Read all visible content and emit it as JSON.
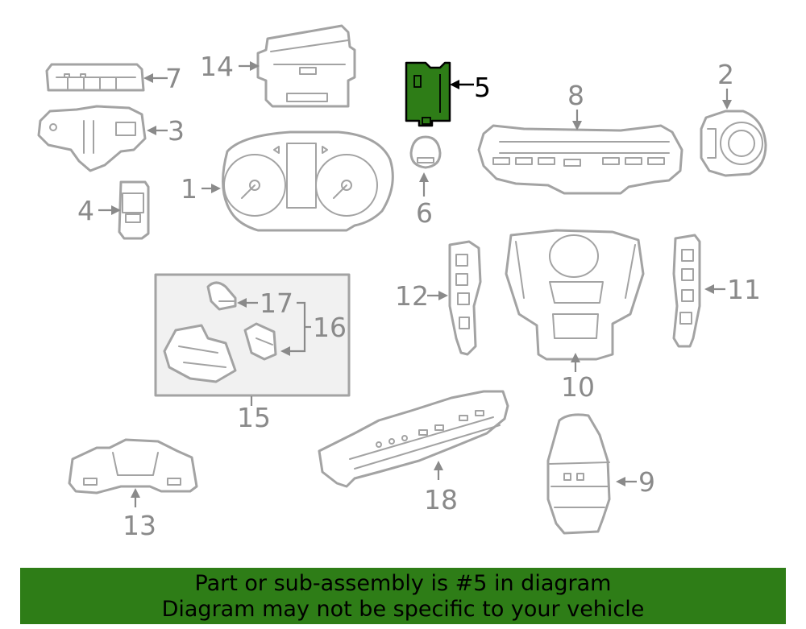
{
  "diagram": {
    "callouts": {
      "c1": "1",
      "c2": "2",
      "c3": "3",
      "c4": "4",
      "c5": "5",
      "c6": "6",
      "c7": "7",
      "c8": "8",
      "c9": "9",
      "c10": "10",
      "c11": "11",
      "c12": "12",
      "c13": "13",
      "c14": "14",
      "c15": "15",
      "c16": "16",
      "c17": "17",
      "c18": "18"
    },
    "highlighted_part": "5",
    "highlight_color": "#2e7d17",
    "line_color": "#a3a3a3"
  },
  "banner": {
    "line1": "Part or sub-assembly is #5 in diagram",
    "line2": "Diagram may not be specific to your vehicle",
    "background": "#2e7d17"
  }
}
